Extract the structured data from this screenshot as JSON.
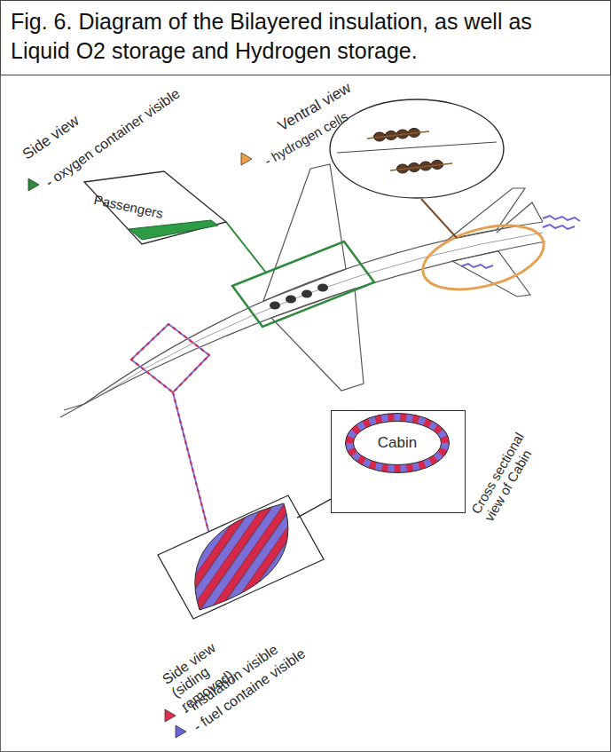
{
  "diagram": {
    "title": "Fig. 6. Diagram of the Bilayered insulation, as well as Liquid O2 storage and Hydrogen storage.",
    "nodes": [
      {
        "text": [
          "Ventral view",
          "- hydrogen cells"
        ]
      },
      {
        "text": [
          "Side view",
          "- oxygen container visible",
          "Passengers"
        ]
      },
      {
        "text": [
          "Cross sectional view of Cabin"
        ]
      },
      {
        "text": [
          "Cabin"
        ],
        "in": 2
      },
      {
        "text": [
          "Side view (siding removed)",
          "- insulation visible",
          "- fuel containe visible"
        ]
      }
    ],
    "edges": [
      {
        "from": 4,
        "to": 2,
        "arrow": "none"
      }
    ]
  }
}
